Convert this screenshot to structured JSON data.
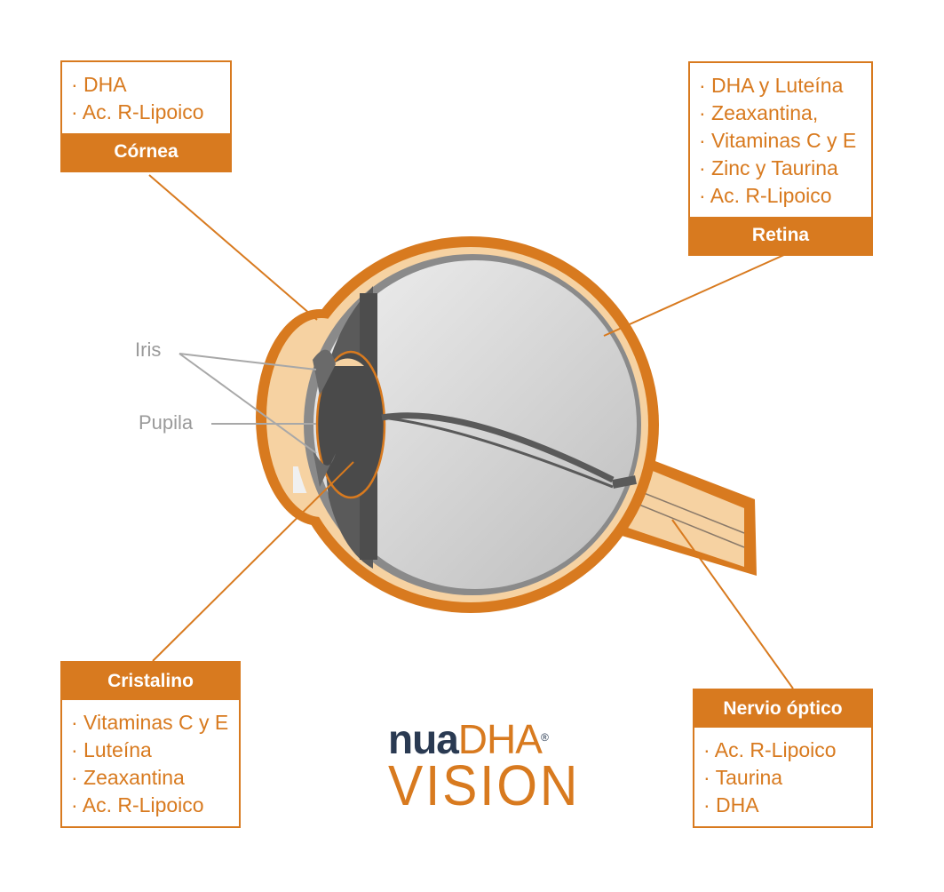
{
  "boxes": {
    "cornea": {
      "title": "Córnea",
      "items": [
        "· DHA",
        "· Ac. R-Lipoico"
      ]
    },
    "retina": {
      "title": "Retina",
      "items": [
        "· DHA y Luteína",
        "· Zeaxantina,",
        "· Vitaminas C y E",
        "· Zinc y Taurina",
        "· Ac. R-Lipoico"
      ]
    },
    "cristalino": {
      "title": "Cristalino",
      "items": [
        "· Vitaminas C y E",
        "· Luteína",
        "· Zeaxantina",
        "· Ac. R-Lipoico"
      ]
    },
    "nervio": {
      "title": "Nervio óptico",
      "items": [
        "· Ac. R-Lipoico",
        "· Taurina",
        "· DHA"
      ]
    }
  },
  "labels": {
    "iris": "Iris",
    "pupila": "Pupila"
  },
  "logo": {
    "nua": "nua",
    "dha": "DHA",
    "reg": "®",
    "vision": "VISION"
  },
  "colors": {
    "accent": "#d87a1f",
    "label_gray": "#9a9a9a",
    "logo_navy": "#2a3a52"
  }
}
